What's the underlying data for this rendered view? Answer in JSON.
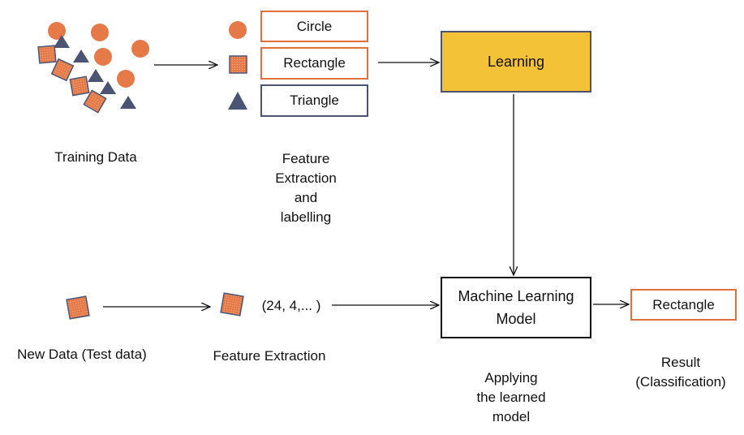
{
  "training": {
    "label": "Training Data"
  },
  "features": {
    "circle_label": "Circle",
    "rectangle_label": "Rectangle",
    "triangle_label": "Triangle",
    "caption": [
      "Feature",
      "Extraction",
      "and",
      "labelling"
    ]
  },
  "learning": {
    "label": "Learning"
  },
  "model": {
    "label_line1": "Machine Learning",
    "label_line2": "Model",
    "caption": [
      "Applying",
      "the learned",
      "model"
    ]
  },
  "new_data": {
    "label": "New Data (Test data)"
  },
  "feature_extraction": {
    "vector": "(24, 4,... )",
    "label": "Feature Extraction"
  },
  "result": {
    "value": "Rectangle",
    "caption": [
      "Result",
      "(Classification)"
    ]
  },
  "colors": {
    "orange": "#e57a48",
    "orange_border": "#e0703e",
    "navy": "#4b5573",
    "learning_fill": "#f4c236"
  }
}
